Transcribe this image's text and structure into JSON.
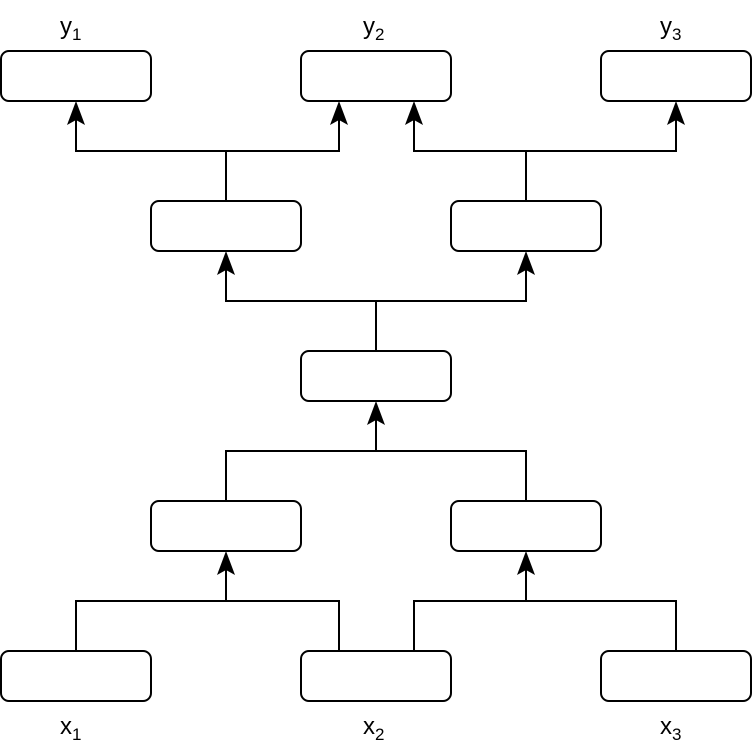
{
  "diagram": {
    "outputs": [
      {
        "base": "y",
        "sub": "1"
      },
      {
        "base": "y",
        "sub": "2"
      },
      {
        "base": "y",
        "sub": "3"
      }
    ],
    "inputs": [
      {
        "base": "x",
        "sub": "1"
      },
      {
        "base": "x",
        "sub": "2"
      },
      {
        "base": "x",
        "sub": "3"
      }
    ],
    "colors": {
      "stroke": "#000000",
      "fill": "#ffffff"
    }
  }
}
